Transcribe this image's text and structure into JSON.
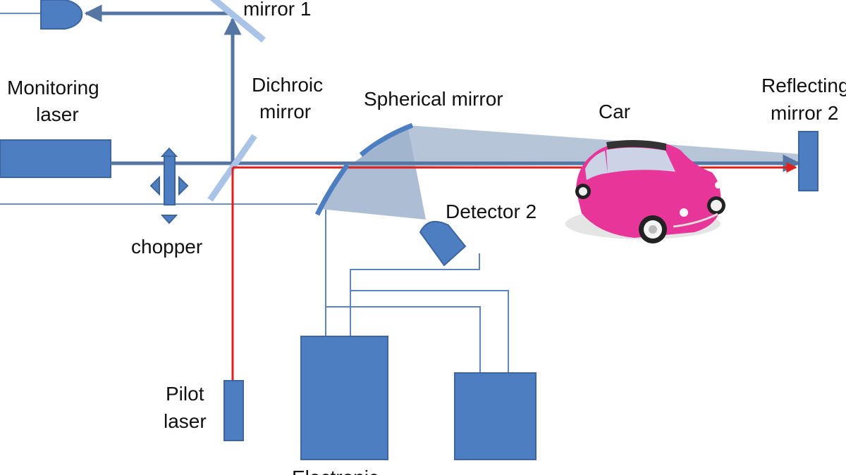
{
  "labels": {
    "mirror_1": "mirror 1",
    "monitoring_laser_line1": "Monitoring",
    "monitoring_laser_line2": "laser",
    "dichroic_line1": "Dichroic",
    "dichroic_line2": "mirror",
    "spherical_mirror": "Spherical mirror",
    "car": "Car",
    "reflecting_line1": "Reflecting",
    "reflecting_line2": "mirror 2",
    "detector_2": "Detector 2",
    "chopper": "chopper",
    "pilot_line1": "Pilot",
    "pilot_line2": "laser",
    "electronic": "Electronic"
  },
  "colors": {
    "component_fill": "#4d7ec2",
    "beam": "#5576a3",
    "pilot_beam": "#e0201c",
    "beam_cone": "#9fb1cc",
    "mirror_light": "#a9c4e6",
    "car_body": "#e8359a"
  }
}
